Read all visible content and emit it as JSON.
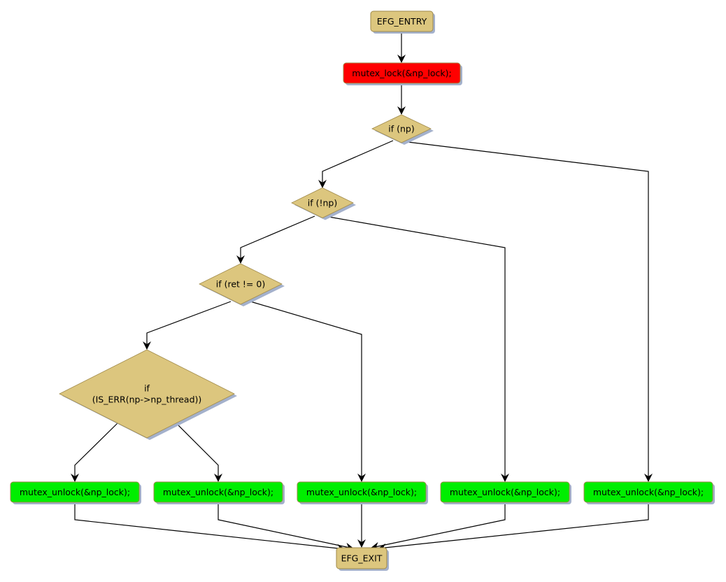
{
  "diagram": {
    "type": "control-flow-graph",
    "colors": {
      "default_fill": "#dcc67e",
      "default_stroke": "#a08a4a",
      "lock_fill": "#ff0000",
      "unlock_fill": "#00ee00",
      "shadow": "#a4b1cc",
      "edge": "#000000"
    },
    "nodes": [
      {
        "id": "entry",
        "kind": "box",
        "label": "EFG_ENTRY",
        "style": "default"
      },
      {
        "id": "lock",
        "kind": "box",
        "label": "mutex_lock(&np_lock);",
        "style": "lock"
      },
      {
        "id": "if_np",
        "kind": "diamond",
        "label": "if (np)",
        "style": "default"
      },
      {
        "id": "if_not_np",
        "kind": "diamond",
        "label": "if (!np)",
        "style": "default"
      },
      {
        "id": "if_ret",
        "kind": "diamond",
        "label": "if (ret != 0)",
        "style": "default"
      },
      {
        "id": "if_is_err",
        "kind": "diamond",
        "label": "if\n(IS_ERR(np->np_thread))",
        "style": "default"
      },
      {
        "id": "unlock1",
        "kind": "box",
        "label": "mutex_unlock(&np_lock);",
        "style": "unlock"
      },
      {
        "id": "unlock2",
        "kind": "box",
        "label": "mutex_unlock(&np_lock);",
        "style": "unlock"
      },
      {
        "id": "unlock3",
        "kind": "box",
        "label": "mutex_unlock(&np_lock);",
        "style": "unlock"
      },
      {
        "id": "unlock4",
        "kind": "box",
        "label": "mutex_unlock(&np_lock);",
        "style": "unlock"
      },
      {
        "id": "unlock5",
        "kind": "box",
        "label": "mutex_unlock(&np_lock);",
        "style": "unlock"
      },
      {
        "id": "exit",
        "kind": "box",
        "label": "EFG_EXIT",
        "style": "default"
      }
    ],
    "edges": [
      {
        "from": "entry",
        "to": "lock"
      },
      {
        "from": "lock",
        "to": "if_np"
      },
      {
        "from": "if_np",
        "to": "if_not_np"
      },
      {
        "from": "if_np",
        "to": "unlock5"
      },
      {
        "from": "if_not_np",
        "to": "if_ret"
      },
      {
        "from": "if_not_np",
        "to": "unlock4"
      },
      {
        "from": "if_ret",
        "to": "if_is_err"
      },
      {
        "from": "if_ret",
        "to": "unlock3"
      },
      {
        "from": "if_is_err",
        "to": "unlock1"
      },
      {
        "from": "if_is_err",
        "to": "unlock2"
      },
      {
        "from": "unlock1",
        "to": "exit"
      },
      {
        "from": "unlock2",
        "to": "exit"
      },
      {
        "from": "unlock3",
        "to": "exit"
      },
      {
        "from": "unlock4",
        "to": "exit"
      },
      {
        "from": "unlock5",
        "to": "exit"
      }
    ]
  }
}
